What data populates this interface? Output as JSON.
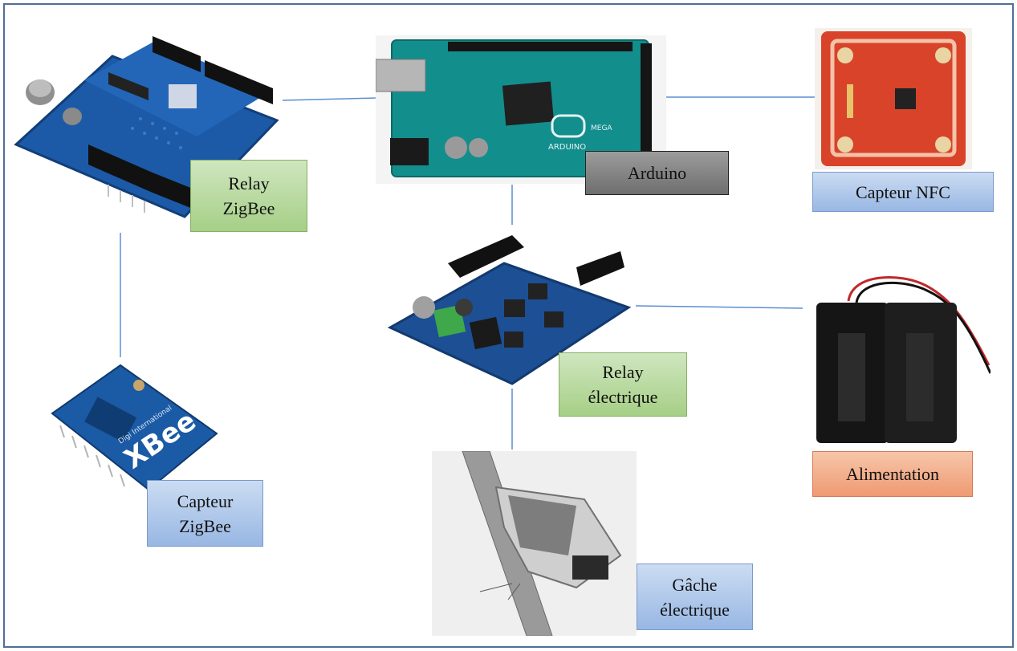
{
  "diagram": {
    "nodes": {
      "arduino": {
        "label": "Arduino",
        "board_mark": "ARDUINO",
        "board_sub": "MEGA"
      },
      "relay_zigbee": {
        "label_line1": "Relay",
        "label_line2": "ZigBee"
      },
      "capteur_nfc": {
        "label": "Capteur NFC"
      },
      "relay_electrique": {
        "label_line1": "Relay",
        "label_line2": "électrique"
      },
      "alimentation": {
        "label": "Alimentation"
      },
      "capteur_zigbee": {
        "label_line1": "Capteur",
        "label_line2": "ZigBee",
        "chip_brand": "Digi International",
        "chip_name": "XBee"
      },
      "gache_electrique": {
        "label_line1": "Gâche",
        "label_line2": "électrique"
      }
    },
    "edges": [
      {
        "from": "relay_zigbee",
        "to": "arduino"
      },
      {
        "from": "arduino",
        "to": "capteur_nfc"
      },
      {
        "from": "arduino",
        "to": "relay_electrique"
      },
      {
        "from": "relay_electrique",
        "to": "alimentation"
      },
      {
        "from": "relay_electrique",
        "to": "gache_electrique"
      },
      {
        "from": "relay_zigbee",
        "to": "capteur_zigbee"
      }
    ],
    "colors": {
      "frame": "#4f6f96",
      "connector": "#5b8fd0",
      "pcb_blue": "#1c5aa8",
      "pcb_teal": "#128e8c",
      "pcb_red": "#d8432a"
    }
  }
}
